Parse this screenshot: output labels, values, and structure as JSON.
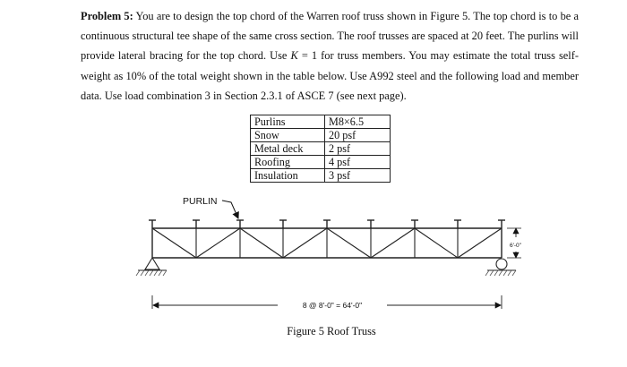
{
  "problem": {
    "label": "Problem 5:",
    "text_1": " You are to design the top chord of the Warren roof truss shown in Figure 5. The top chord is to be a continuous structural tee shape of the same cross section. The roof trusses are spaced at 20 feet. The purlins will provide lateral bracing for the top chord. Use ",
    "k_symbol": "K",
    "text_2": " = 1 for truss members. You may estimate the total truss self-weight as 10% of the total weight shown in the table below. Use A992 steel and the following load and member data. Use load combination 3 in Section 2.3.1 of ASCE 7 (see next page)."
  },
  "load_table": {
    "rows": [
      {
        "item": "Purlins",
        "value": "M8×6.5"
      },
      {
        "item": "Snow",
        "value": "20 psf"
      },
      {
        "item": "Metal deck",
        "value": "2 psf"
      },
      {
        "item": "Roofing",
        "value": "4 psf"
      },
      {
        "item": "Insulation",
        "value": "3 psf"
      }
    ]
  },
  "figure": {
    "purlin_label": "PURLIN",
    "height_label": "6'-0\"",
    "span_label": "8 @ 8'-0\" = 64'-0\"",
    "caption": "Figure 5 Roof Truss"
  }
}
